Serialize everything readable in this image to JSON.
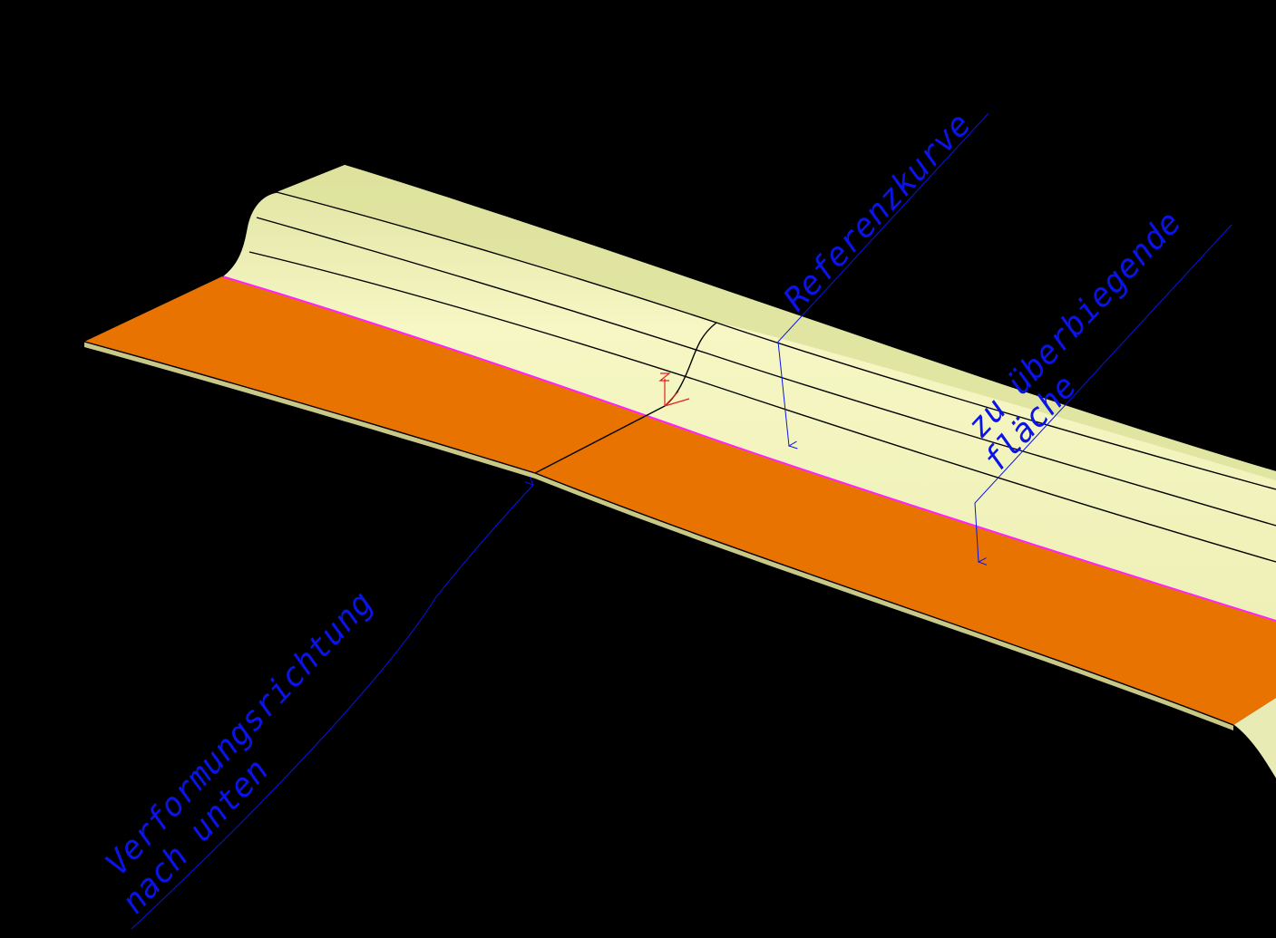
{
  "scene": {
    "background": "#000000",
    "colors": {
      "flange_surface": "#e97300",
      "profile_surface": "#e1e6a4",
      "reference_curve": "#ff22ff",
      "edges": "#000000",
      "annotation": "#0a14e6",
      "axis_triad": "#e02020"
    }
  },
  "annotations": {
    "referenzkurve": "Referenzkurve",
    "flaeche_line1": "zu überbiegende",
    "flaeche_line2": "fläche",
    "richtung_line1": "Verformungsrichtung",
    "richtung_line2": "nach unten"
  },
  "triad": {
    "label": "z"
  }
}
